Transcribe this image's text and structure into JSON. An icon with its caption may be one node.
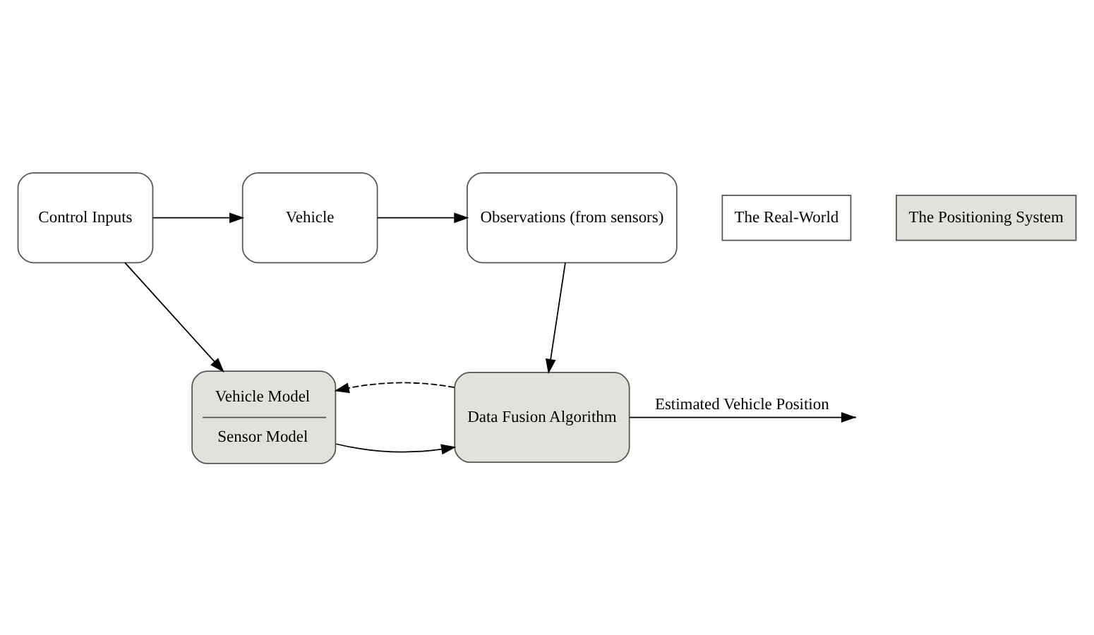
{
  "diagram": {
    "nodes": [
      {
        "text": [
          "Control Inputs"
        ]
      },
      {
        "text": [
          "Vehicle"
        ]
      },
      {
        "text": [
          "Observations (from sensors)"
        ]
      },
      {
        "text": [
          "The Real-World"
        ]
      },
      {
        "text": [
          "Vehicle Model",
          "Sensor Model"
        ]
      },
      {
        "text": [
          "Data Fusion Algorithm"
        ]
      },
      {
        "text": [
          "The Positioning System"
        ]
      }
    ],
    "edges": [
      {
        "from": 0,
        "to": 1,
        "arrow": "to"
      },
      {
        "from": 1,
        "to": 2,
        "arrow": "to"
      },
      {
        "from": 0,
        "to": 4,
        "arrow": "to"
      },
      {
        "from": 2,
        "to": 5,
        "arrow": "to"
      },
      {
        "from": 4,
        "to": 5,
        "arrow": "to"
      },
      {
        "from": 5,
        "to": 4,
        "arrow": "to",
        "style": "dashed"
      },
      {
        "from": 5,
        "to": null,
        "arrow": "to",
        "label": "Estimated Vehicle Position"
      }
    ]
  }
}
